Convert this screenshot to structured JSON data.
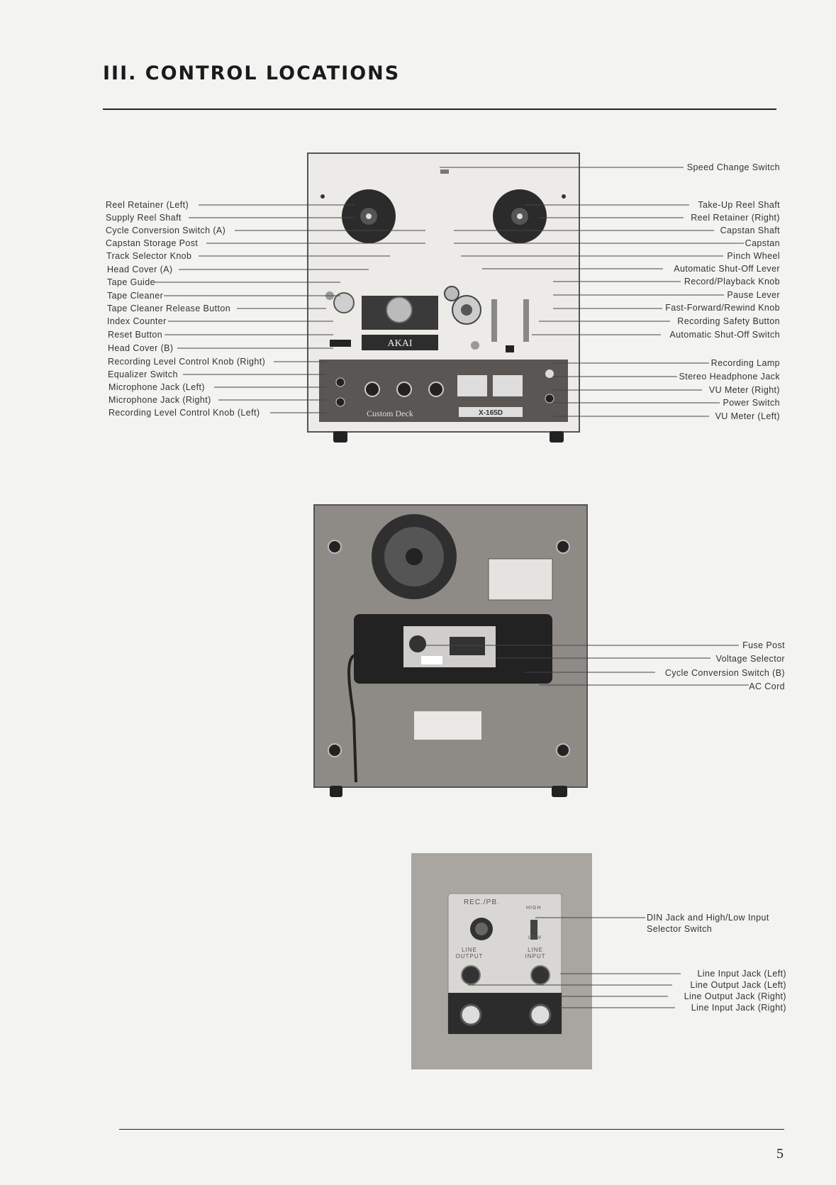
{
  "heading": "III. CONTROL LOCATIONS",
  "page_number": "5",
  "front_panel": {
    "left_labels": [
      "Reel Retainer (Left)",
      "Supply Reel Shaft",
      "Cycle Conversion Switch (A)",
      "Capstan Storage Post",
      "Track Selector Knob",
      "Head Cover (A)",
      "Tape Guide",
      "Tape Cleaner",
      "Tape Cleaner Release Button",
      "Index Counter",
      "Reset Button",
      "Head Cover (B)",
      "Recording Level Control Knob (Right)",
      "Equalizer Switch",
      "Microphone Jack (Left)",
      "Microphone Jack (Right)",
      "Recording Level Control Knob (Left)"
    ],
    "right_labels": [
      "Speed Change Switch",
      "Take-Up Reel Shaft",
      "Reel Retainer (Right)",
      "Capstan Shaft",
      "Capstan",
      "Pinch Wheel",
      "Automatic Shut-Off Lever",
      "Record/Playback Knob",
      "Pause Lever",
      "Fast-Forward/Rewind Knob",
      "Recording Safety Button",
      "Automatic Shut-Off Switch",
      "Recording Lamp",
      "Stereo Headphone Jack",
      "VU Meter (Right)",
      "Power Switch",
      "VU Meter (Left)"
    ],
    "brand": "AKAI",
    "model_badge": "X-165D",
    "custom_deck": "Custom Deck"
  },
  "rear_panel": {
    "labels": [
      "Fuse Post",
      "Voltage Selector",
      "Cycle Conversion Switch (B)",
      "AC Cord"
    ]
  },
  "jack_panel": {
    "labels": [
      "DIN Jack and High/Low Input",
      "Selector Switch",
      "Line Input Jack (Left)",
      "Line Output Jack (Left)",
      "Line Output Jack (Right)",
      "Line Input Jack (Right)"
    ],
    "panel_text": {
      "rec_pb": "REC./PB.",
      "high": "HIGH",
      "low": "LOW",
      "line_output": "LINE OUTPUT",
      "line_input": "LINE INPUT"
    }
  }
}
